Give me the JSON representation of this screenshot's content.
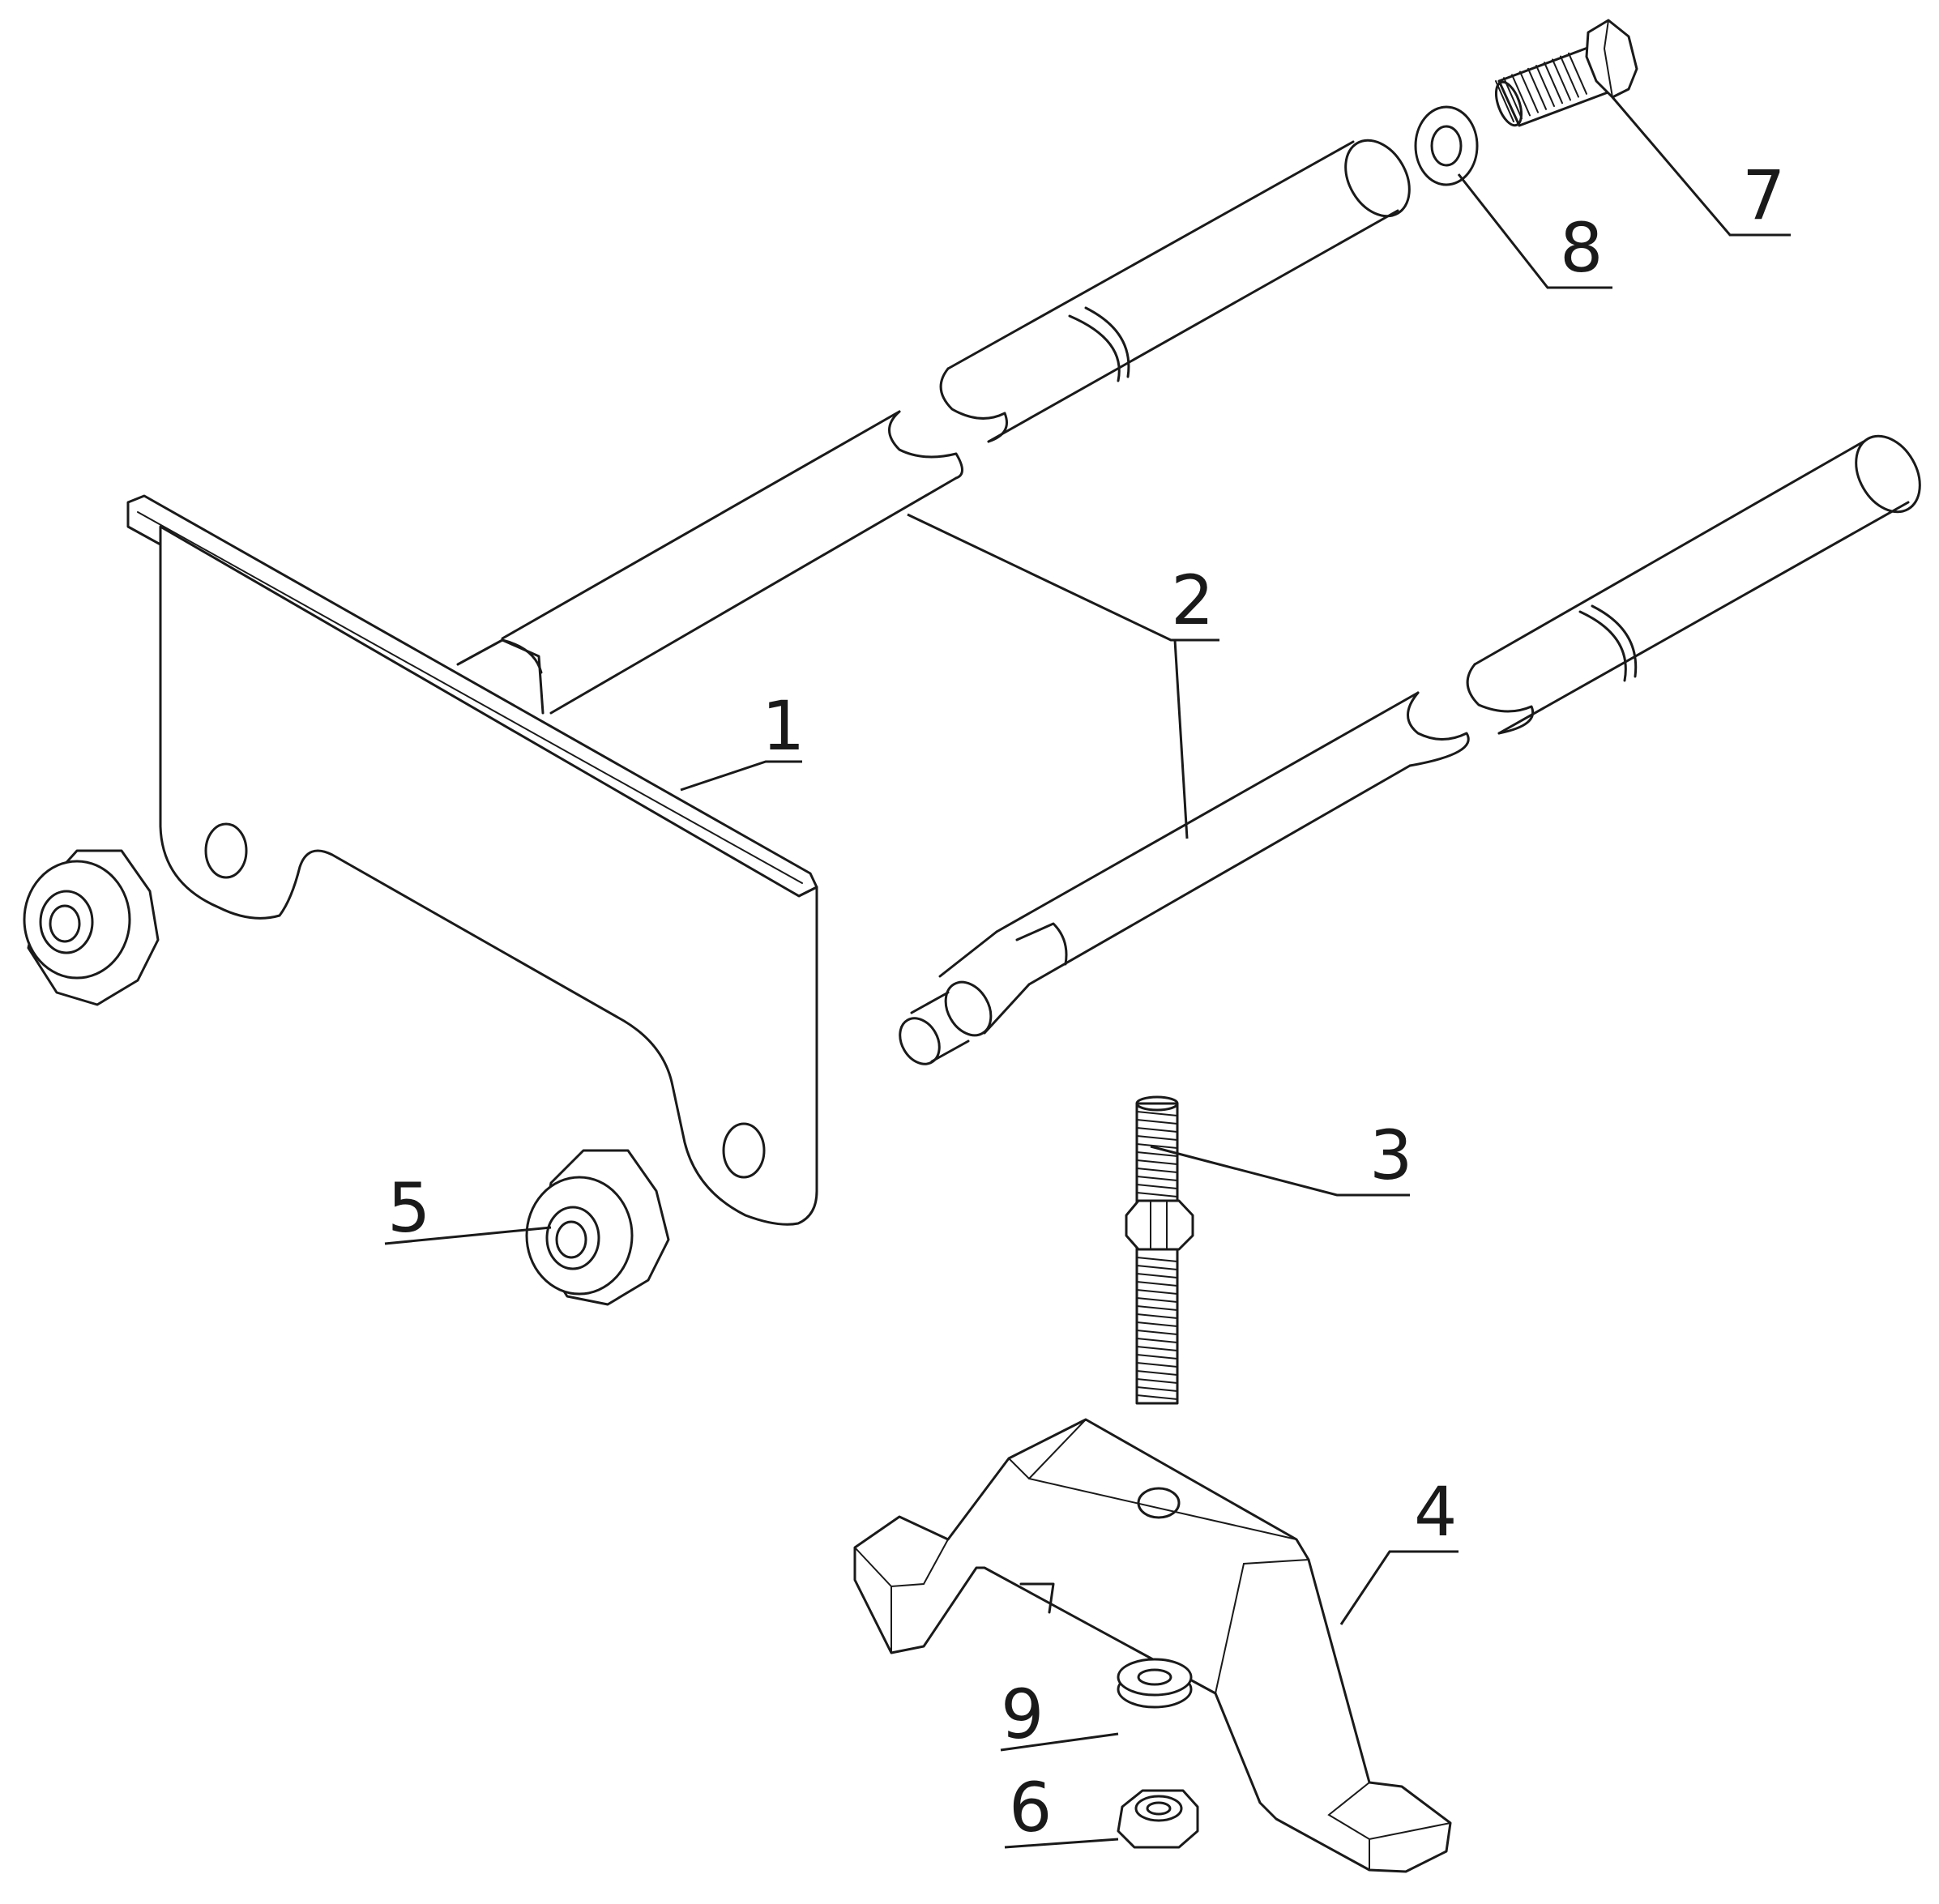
{
  "diagram": {
    "type": "exploded-parts-drawing",
    "callouts": [
      "1",
      "2",
      "3",
      "4",
      "5",
      "6",
      "7",
      "8",
      "9"
    ]
  }
}
